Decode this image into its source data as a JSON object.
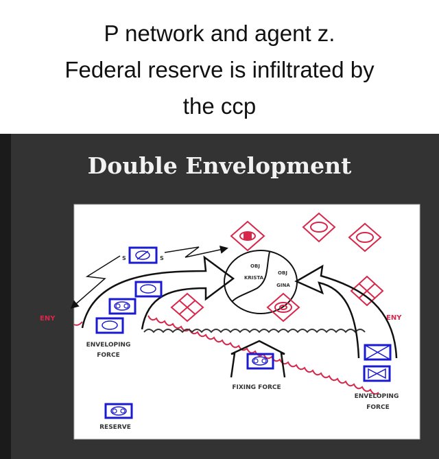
{
  "caption": {
    "lines": [
      "P network and agent z.",
      "Federal reserve is infiltrated by",
      "the ccp"
    ]
  },
  "slide": {
    "title": "Double Envelopment",
    "diagram": {
      "labels": {
        "eny_left": "ENY",
        "eny_right": "ENY",
        "obj_krista": [
          "OBJ",
          "KRISTA"
        ],
        "obj_gina": [
          "OBJ",
          "GINA"
        ],
        "screen_s_left": "S",
        "screen_s_right": "S",
        "enveloping_force_left": [
          "ENVELOPING",
          "FORCE"
        ],
        "enveloping_force_right": [
          "ENVELOPING",
          "FORCE"
        ],
        "fixing_force": "FIXING FORCE",
        "reserve": "RESERVE"
      },
      "colors": {
        "friendly": "#1a1ad0",
        "enemy": "#d8274a",
        "arrows": "#111111"
      }
    }
  }
}
